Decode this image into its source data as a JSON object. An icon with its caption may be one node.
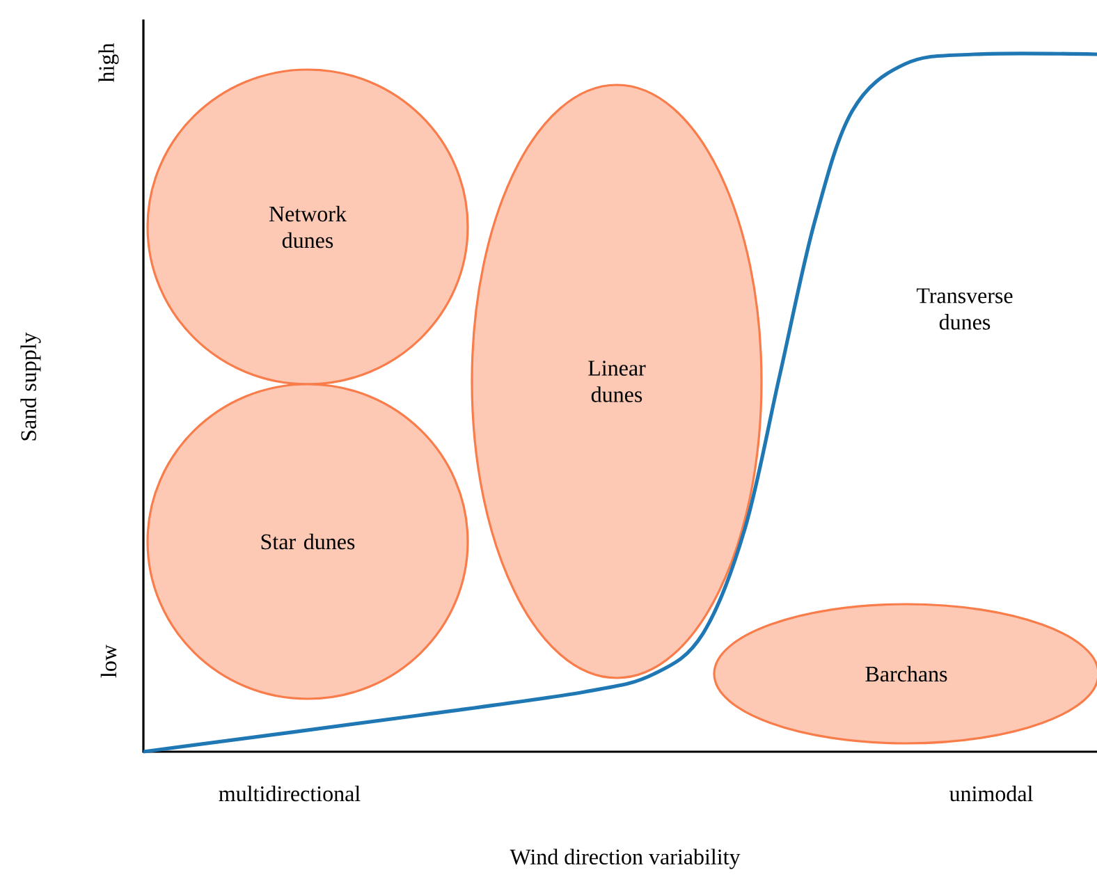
{
  "diagram": {
    "nodes": [
      {
        "text": [
          "Network dunes"
        ]
      },
      {
        "text": [
          "Star dunes"
        ]
      },
      {
        "text": [
          "Linear dunes"
        ]
      },
      {
        "text": [
          "Barchans"
        ]
      }
    ],
    "labels": [
      "high",
      "Transverse dunes",
      "Sand supply",
      "low",
      "multidirectional",
      "unimodal",
      "Wind direction variability"
    ]
  }
}
